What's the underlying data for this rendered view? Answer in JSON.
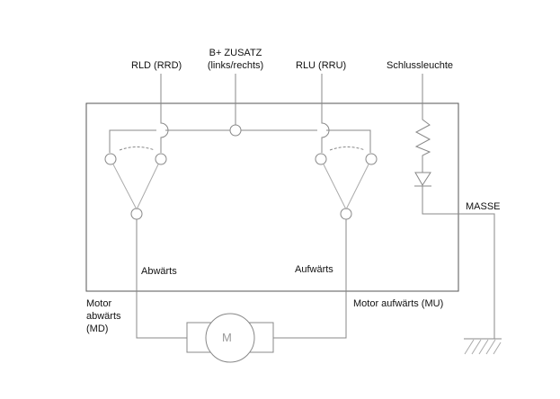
{
  "labels": {
    "rld": "RLD (RRD)",
    "bplus_line1": "B+ ZUSATZ",
    "bplus_line2": "(links/rechts)",
    "rlu": "RLU (RRU)",
    "schluss": "Schlussleuchte",
    "masse": "MASSE",
    "abwaerts": "Abwärts",
    "aufwaerts": "Aufwärts",
    "motor_down_1": "Motor",
    "motor_down_2": "abwärts",
    "motor_down_3": "(MD)",
    "motor_up": "Motor aufwärts (MU)",
    "motor_symbol": "M"
  }
}
